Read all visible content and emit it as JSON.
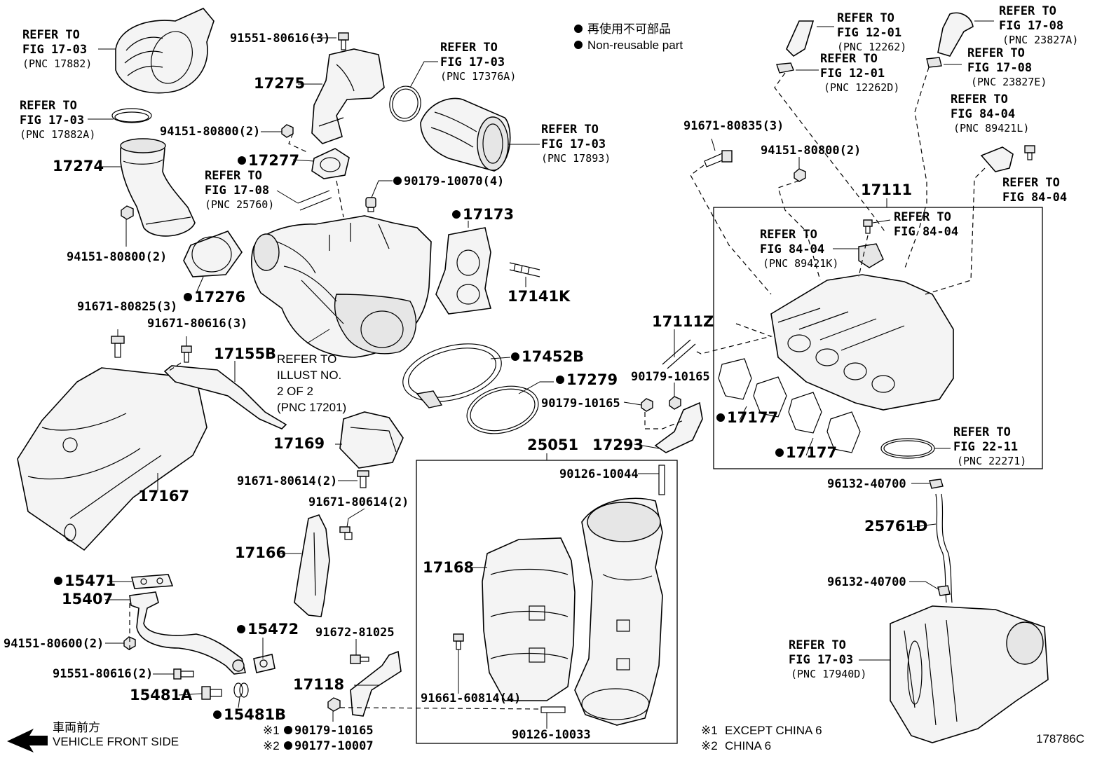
{
  "legend": {
    "reuse_jp": "再使用不可部品",
    "reuse_en": "Non-reusable part",
    "direction_jp": "車両前方",
    "direction_en": "VEHICLE FRONT SIDE",
    "note1_marker": "※1",
    "note1": "EXCEPT CHINA 6",
    "note2_marker": "※2",
    "note2": "CHINA 6"
  },
  "illustration_id": "178786C",
  "refer_to": "REFER TO",
  "illust_ref": {
    "line1": "ILLUST NO.",
    "line2": "2 OF 2"
  },
  "figs": {
    "f1703": "FIG 17-03",
    "f1708": "FIG 17-08",
    "f1201": "FIG 12-01",
    "f8404": "FIG 84-04",
    "f2211": "FIG 22-11"
  },
  "pnc": {
    "p17882": "(PNC 17882)",
    "p17882a": "(PNC 17882A)",
    "p17376a": "(PNC 17376A)",
    "p17893": "(PNC 17893)",
    "p25760": "(PNC 25760)",
    "p17201": "(PNC 17201)",
    "p12262": "(PNC 12262)",
    "p12262d": "(PNC 12262D)",
    "p23827a": "(PNC 23827A)",
    "p23827e": "(PNC 23827E)",
    "p89421l": "(PNC 89421L)",
    "p89421k": "(PNC 89421K)",
    "p22271": "(PNC 22271)",
    "p17940d": "(PNC 17940D)"
  },
  "parts": {
    "p91551_80616_3": "91551-80616(3)",
    "p17275": "17275",
    "p94151_80800_2a": "94151-80800(2)",
    "p17277": "17277",
    "p17274": "17274",
    "p90179_10070_4": "90179-10070(4)",
    "p17173": "17173",
    "p94151_80800_2b": "94151-80800(2)",
    "p17276": "17276",
    "p17141k": "17141K",
    "p91671_80825_3": "91671-80825(3)",
    "p91671_80616_3": "91671-80616(3)",
    "p17155b": "17155B",
    "p17452b": "17452B",
    "p17279": "17279",
    "p17169": "17169",
    "p17167": "17167",
    "p91671_80614_2a": "91671-80614(2)",
    "p91671_80614_2b": "91671-80614(2)",
    "p17166": "17166",
    "p15471": "15471",
    "p15407": "15407",
    "p94151_80600_2": "94151-80600(2)",
    "p15472": "15472",
    "p91551_80616_2": "91551-80616(2)",
    "p15481a": "15481A",
    "p15481b": "15481B",
    "p91672_81025": "91672-81025",
    "p17118": "17118",
    "p90179_10165_n1": "90179-10165",
    "p90177_10007": "90177-10007",
    "p25051": "25051",
    "p90126_10044": "90126-10044",
    "p17168": "17168",
    "p91661_60814_4": "91661-60814(4)",
    "p90126_10033": "90126-10033",
    "p17111z": "17111Z",
    "p90179_10165a": "90179-10165",
    "p90179_10165b": "90179-10165",
    "p17293": "17293",
    "p91671_80835_3": "91671-80835(3)",
    "p94151_80800_2c": "94151-80800(2)",
    "p17111": "17111",
    "p17177a": "17177",
    "p17177b": "17177",
    "p96132_40700a": "96132-40700",
    "p25761d": "25761D",
    "p96132_40700b": "96132-40700"
  }
}
